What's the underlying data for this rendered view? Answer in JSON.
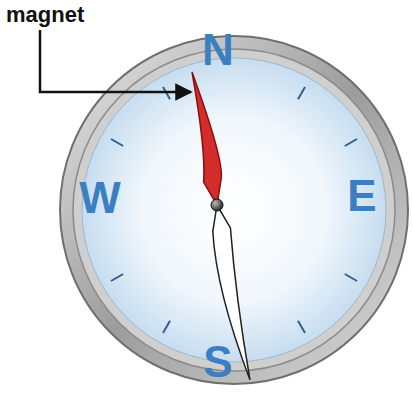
{
  "diagram": {
    "labels": [
      "magnet",
      "N",
      "E",
      "W",
      "S"
    ]
  }
}
